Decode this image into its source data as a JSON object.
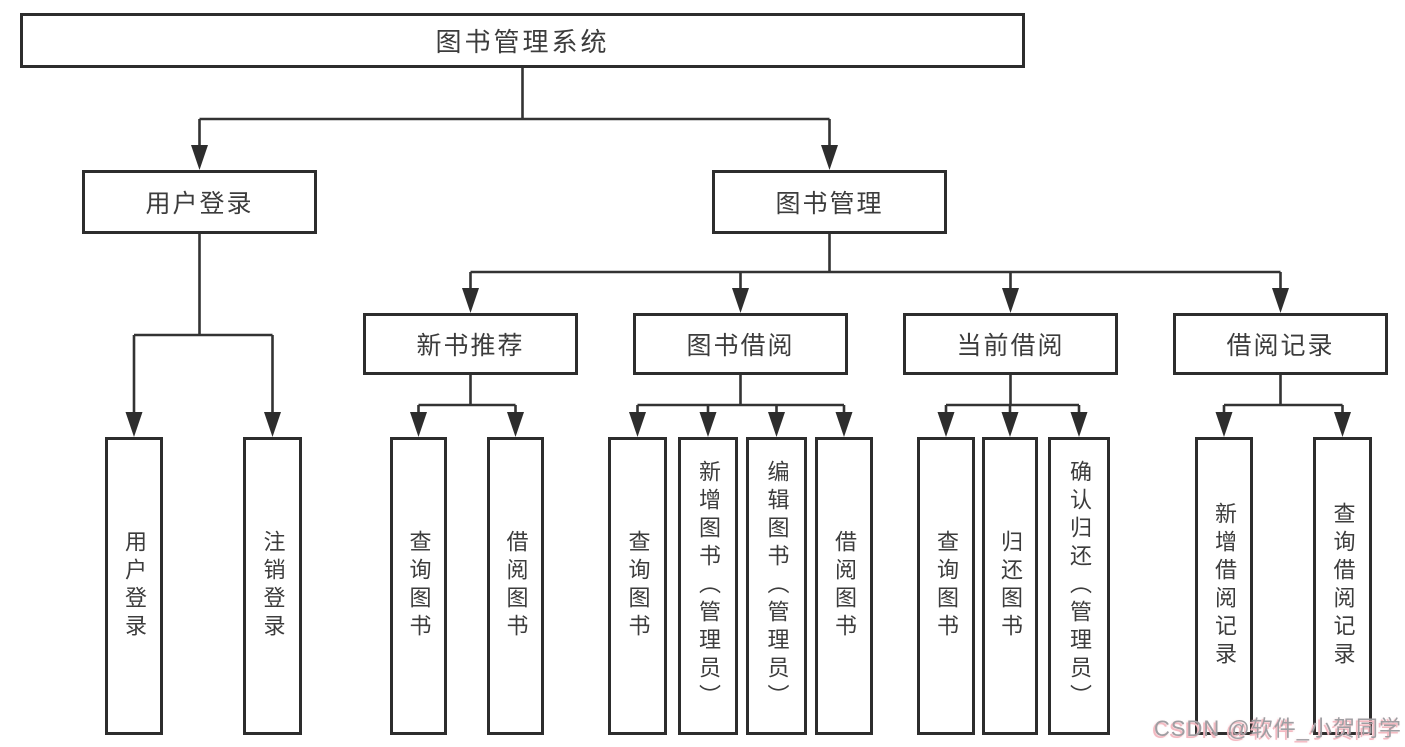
{
  "tree": {
    "root": {
      "label": "图书管理系统",
      "children": [
        {
          "label": "用户登录",
          "children": [
            {
              "label": "用户登录"
            },
            {
              "label": "注销登录"
            }
          ]
        },
        {
          "label": "图书管理",
          "children": [
            {
              "label": "新书推荐",
              "children": [
                {
                  "label": "查询图书"
                },
                {
                  "label": "借阅图书"
                }
              ]
            },
            {
              "label": "图书借阅",
              "children": [
                {
                  "label": "查询图书"
                },
                {
                  "label": "新增图书（管理员）"
                },
                {
                  "label": "编辑图书（管理员）"
                },
                {
                  "label": "借阅图书"
                }
              ]
            },
            {
              "label": "当前借阅",
              "children": [
                {
                  "label": "查询图书"
                },
                {
                  "label": "归还图书"
                },
                {
                  "label": "确认归还（管理员）"
                }
              ]
            },
            {
              "label": "借阅记录",
              "children": [
                {
                  "label": "新增借阅记录"
                },
                {
                  "label": "查询借阅记录"
                }
              ]
            }
          ]
        }
      ]
    }
  },
  "watermark": {
    "text": "CSDN @软件_小贺同学"
  },
  "colors": {
    "line": "#333333",
    "box_border": "#2d2d2d",
    "text": "#3c3c3c",
    "background": "#ffffff",
    "watermark_text": "#9e9ea2",
    "watermark_shadow": "#f3bac2"
  }
}
